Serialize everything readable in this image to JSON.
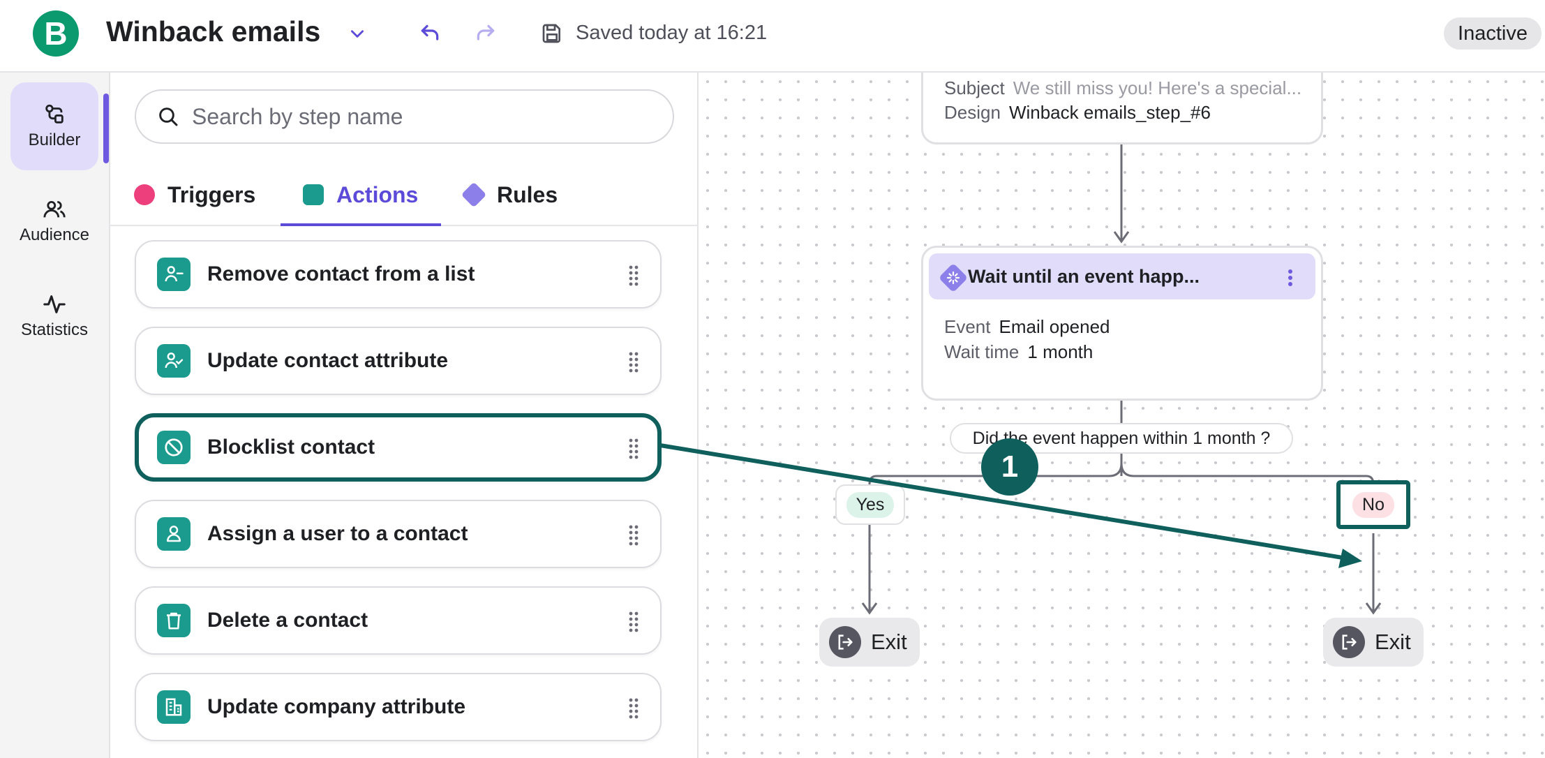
{
  "header": {
    "logo_letter": "B",
    "title": "Winback emails",
    "saved_text": "Saved today at 16:21",
    "status_badge": "Inactive"
  },
  "rail": {
    "items": [
      {
        "label": "Builder",
        "icon": "builder-icon",
        "active": true
      },
      {
        "label": "Audience",
        "icon": "audience-icon",
        "active": false
      },
      {
        "label": "Statistics",
        "icon": "statistics-icon",
        "active": false
      }
    ]
  },
  "panel": {
    "search_placeholder": "Search by step name",
    "tabs": [
      {
        "label": "Triggers",
        "color": "#ec3f7b"
      },
      {
        "label": "Actions",
        "color": "#1b9a8e",
        "active": true
      },
      {
        "label": "Rules",
        "color": "#8d7fea"
      }
    ],
    "actions": [
      {
        "label": "Remove contact from a list",
        "icon": "user-minus-icon"
      },
      {
        "label": "Update contact attribute",
        "icon": "user-check-icon"
      },
      {
        "label": "Blocklist contact",
        "icon": "block-icon",
        "highlighted": true
      },
      {
        "label": "Assign a user to a contact",
        "icon": "user-icon"
      },
      {
        "label": "Delete a contact",
        "icon": "trash-icon"
      },
      {
        "label": "Update company attribute",
        "icon": "building-icon"
      }
    ]
  },
  "canvas": {
    "prev_step": {
      "subject_label": "Subject",
      "subject_value": "We still miss you! Here's a special...",
      "design_label": "Design",
      "design_value": "Winback emails_step_#6"
    },
    "wait_step": {
      "title": "Wait until an event happ...",
      "event_label": "Event",
      "event_value": "Email opened",
      "wait_label": "Wait time",
      "wait_value": "1 month"
    },
    "condition": "Did the event happen within 1 month ?",
    "yes_label": "Yes",
    "no_label": "No",
    "exit_label": "Exit",
    "marker": "1"
  },
  "colors": {
    "brand": "#0b996e",
    "accent": "#5b4bd8",
    "action_teal": "#1b9a8e",
    "highlight": "#0f5f5d",
    "yes_bg": "#dcf3ea",
    "no_bg": "#fde0e3"
  }
}
